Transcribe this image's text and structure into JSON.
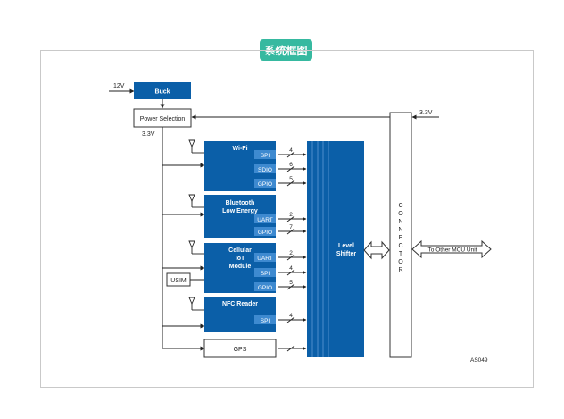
{
  "header": {
    "title": "系统框图"
  },
  "diagram": {
    "v12": "12V",
    "buck": "Buck",
    "power_selection": "Power Selection",
    "v33_left": "3.3V",
    "v33_right": "3.3V",
    "wifi": {
      "title": "Wi-Fi",
      "ports": [
        "SPI",
        "SDIO",
        "GPIO"
      ],
      "widths": [
        "4",
        "6",
        "5"
      ]
    },
    "ble": {
      "title_line1": "Bluetooth",
      "title_line2": "Low Energy",
      "ports": [
        "UART",
        "GPIO"
      ],
      "widths": [
        "2",
        "7"
      ]
    },
    "cellular": {
      "title_line1": "Cellular",
      "title_line2": "IoT",
      "title_line3": "Module",
      "ports": [
        "UART",
        "SPI",
        "GPIO"
      ],
      "widths": [
        "2",
        "4",
        "5"
      ]
    },
    "usim": "USIM",
    "nfc": {
      "title": "NFC Reader",
      "ports": [
        "SPI"
      ],
      "widths": [
        "4"
      ]
    },
    "gps": "GPS",
    "level_shifter_line1": "Level",
    "level_shifter_line2": "Shifter",
    "connector_letters": [
      "C",
      "O",
      "N",
      "N",
      "E",
      "C",
      "T",
      "O",
      "R"
    ],
    "other_mcu": "To Other MCU Unit",
    "figure_id": "AS049"
  },
  "colors": {
    "block": "#0b5fa8",
    "port": "#3e8ad0",
    "badge": "#36b9a0",
    "line": "#222222"
  }
}
